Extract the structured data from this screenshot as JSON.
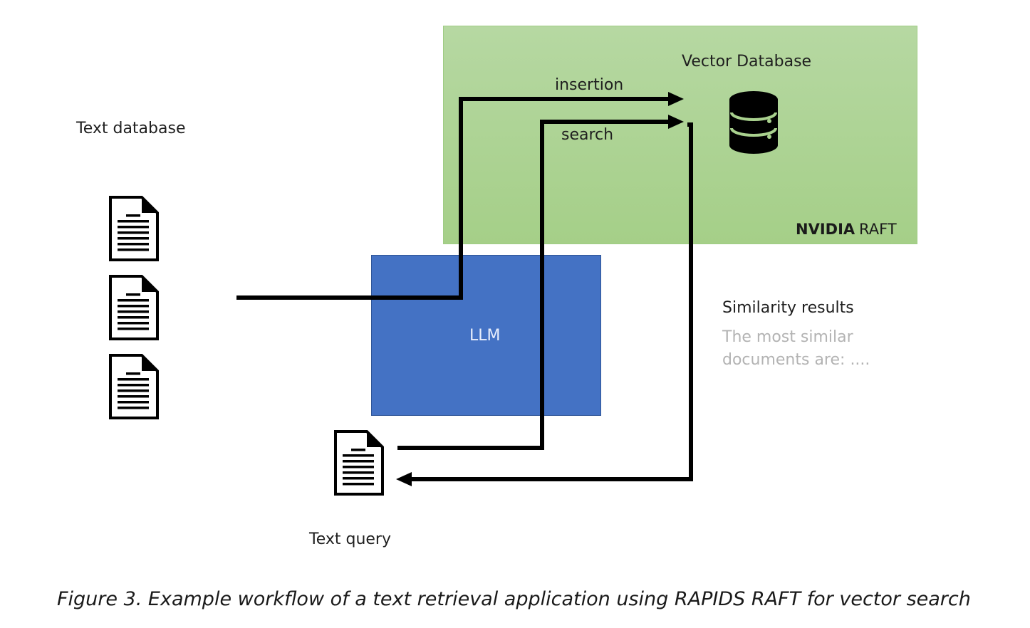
{
  "diagram": {
    "vector_db_label": "Vector Database",
    "insertion_label": "insertion",
    "search_label": "search",
    "text_db_label": "Text database",
    "nvidia_label": "NVIDIA",
    "raft_label": "RAFT",
    "llm_label": "LLM",
    "similarity_title": "Similarity results",
    "similarity_line1": "The most similar",
    "similarity_line2": "documents are: ....",
    "text_query_label": "Text query",
    "colors": {
      "raft_box": "#a9d18e",
      "llm_box": "#4472c4",
      "lines": "#000000"
    },
    "icons": [
      "document-icon",
      "database-icon",
      "arrow-icon"
    ]
  },
  "caption": "Figure 3. Example workflow of a text retrieval application using RAPIDS RAFT for vector search"
}
